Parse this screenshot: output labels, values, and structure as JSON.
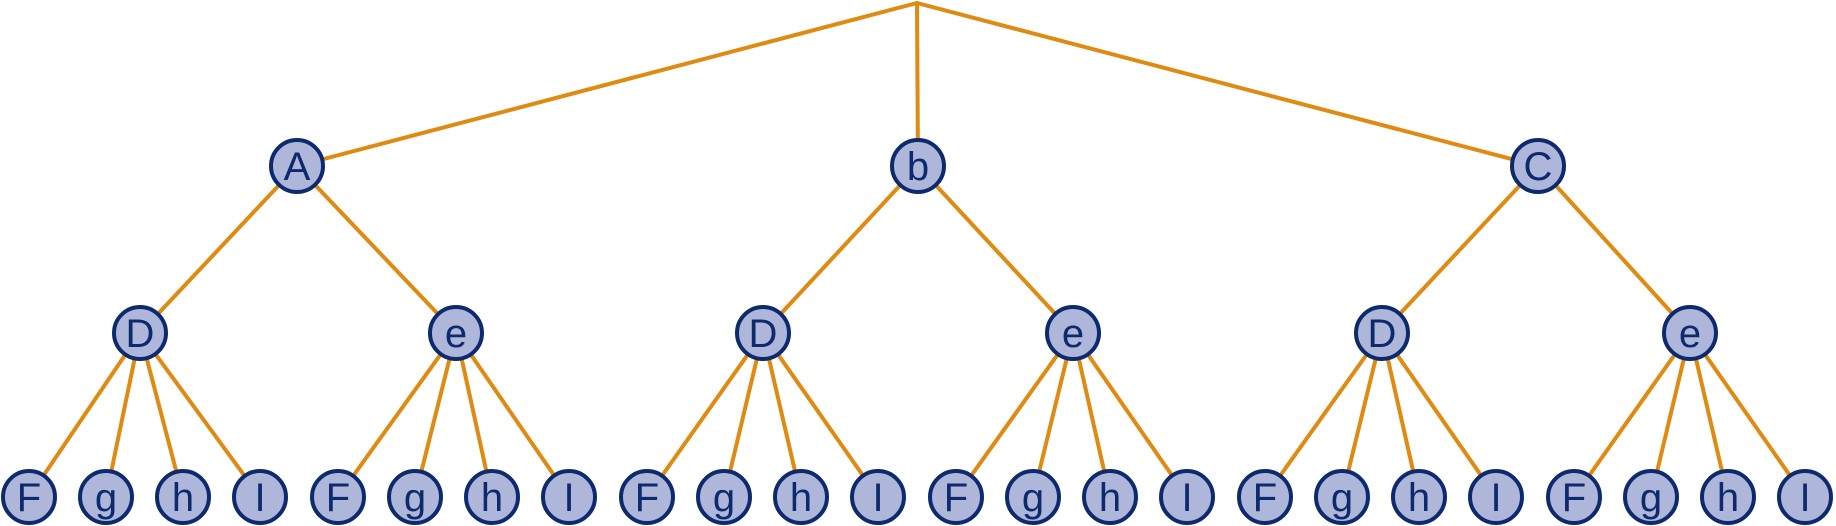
{
  "colors": {
    "edge": "#E08A12",
    "node_fill": "#AEB7D9",
    "node_stroke": "#0E2A6E",
    "label": "#0E2A6E"
  },
  "tree": {
    "children": [
      {
        "label": "A",
        "children": [
          {
            "label": "D",
            "children": [
              {
                "label": "F"
              },
              {
                "label": "g"
              },
              {
                "label": "h"
              },
              {
                "label": "I"
              }
            ]
          },
          {
            "label": "e",
            "children": [
              {
                "label": "F"
              },
              {
                "label": "g"
              },
              {
                "label": "h"
              },
              {
                "label": "I"
              }
            ]
          }
        ]
      },
      {
        "label": "b",
        "children": [
          {
            "label": "D",
            "children": [
              {
                "label": "F"
              },
              {
                "label": "g"
              },
              {
                "label": "h"
              },
              {
                "label": "I"
              }
            ]
          },
          {
            "label": "e",
            "children": [
              {
                "label": "F"
              },
              {
                "label": "g"
              },
              {
                "label": "h"
              },
              {
                "label": "I"
              }
            ]
          }
        ]
      },
      {
        "label": "C",
        "children": [
          {
            "label": "D",
            "children": [
              {
                "label": "F"
              },
              {
                "label": "g"
              },
              {
                "label": "h"
              },
              {
                "label": "I"
              }
            ]
          },
          {
            "label": "e",
            "children": [
              {
                "label": "F"
              },
              {
                "label": "g"
              },
              {
                "label": "h"
              },
              {
                "label": "I"
              }
            ]
          }
        ]
      }
    ]
  }
}
